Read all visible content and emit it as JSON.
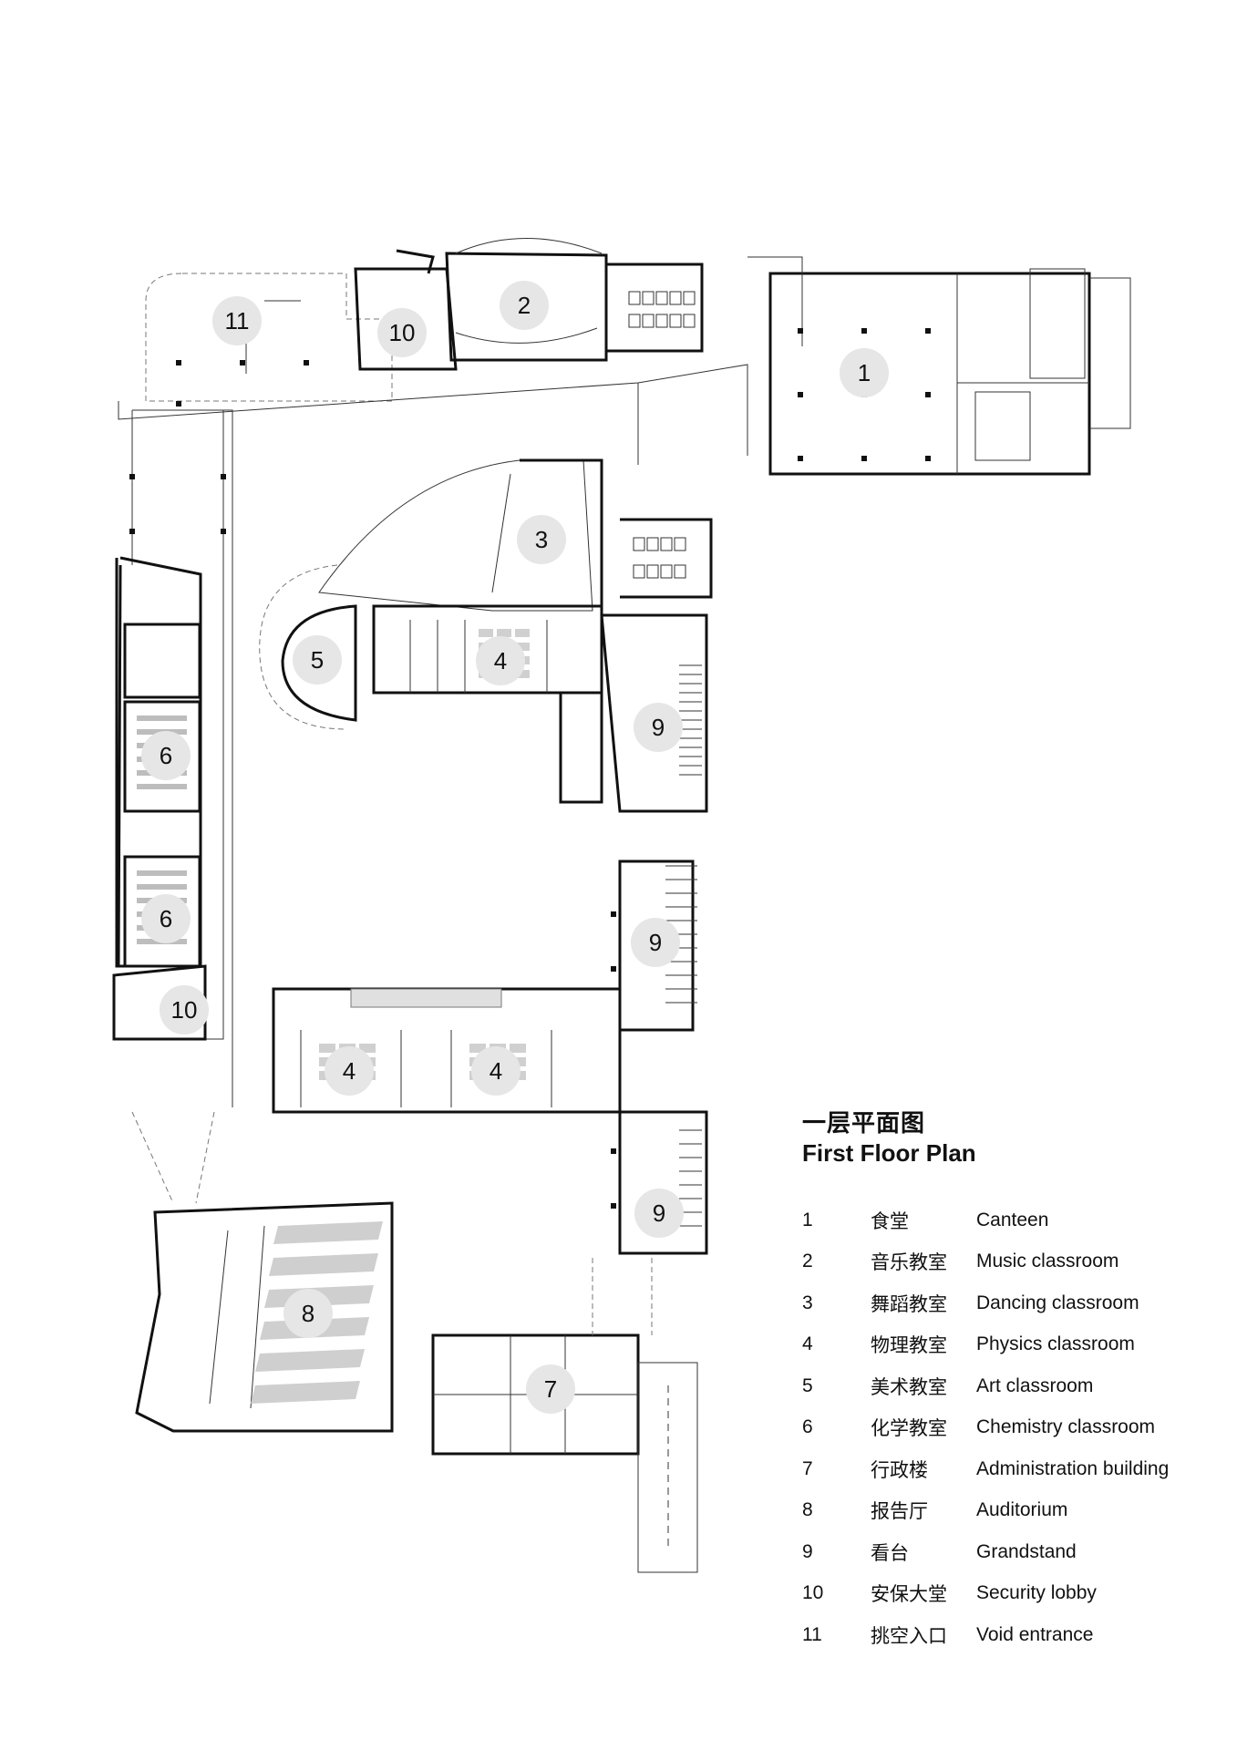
{
  "legend": {
    "title_zh": "一层平面图",
    "title_en": "First Floor Plan",
    "items": [
      {
        "num": "1",
        "zh": "食堂",
        "en": "Canteen"
      },
      {
        "num": "2",
        "zh": "音乐教室",
        "en": "Music classroom"
      },
      {
        "num": "3",
        "zh": "舞蹈教室",
        "en": "Dancing classroom"
      },
      {
        "num": "4",
        "zh": "物理教室",
        "en": "Physics classroom"
      },
      {
        "num": "5",
        "zh": "美术教室",
        "en": "Art classroom"
      },
      {
        "num": "6",
        "zh": "化学教室",
        "en": "Chemistry classroom"
      },
      {
        "num": "7",
        "zh": "行政楼",
        "en": "Administration building"
      },
      {
        "num": "8",
        "zh": "报告厅",
        "en": "Auditorium"
      },
      {
        "num": "9",
        "zh": "看台",
        "en": "Grandstand"
      },
      {
        "num": "10",
        "zh": "安保大堂",
        "en": "Security lobby"
      },
      {
        "num": "11",
        "zh": "挑空入口",
        "en": "Void entrance"
      }
    ]
  },
  "room_markers": [
    "1",
    "2",
    "3",
    "4",
    "4",
    "4",
    "5",
    "6",
    "6",
    "7",
    "8",
    "9",
    "9",
    "9",
    "10",
    "10",
    "11"
  ]
}
